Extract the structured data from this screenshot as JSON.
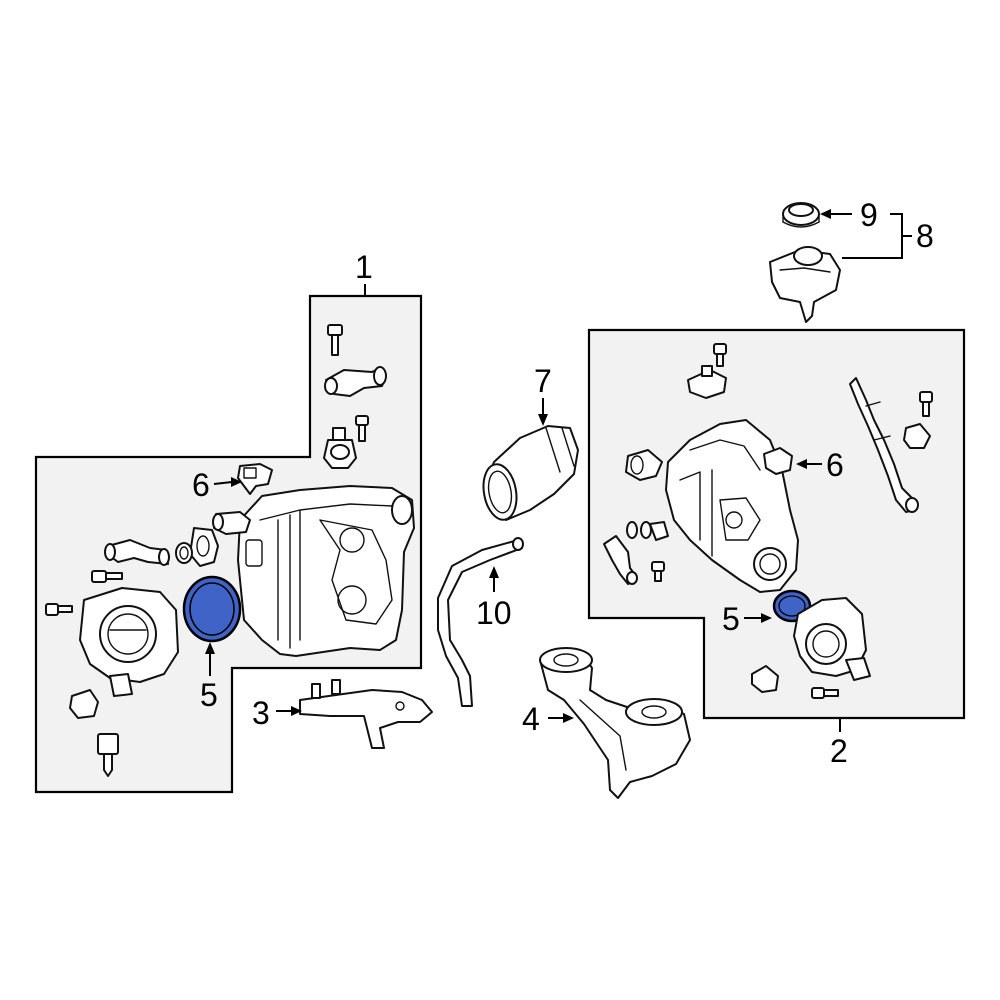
{
  "diagram": {
    "callouts": {
      "group1": "1",
      "group2": "2",
      "bracket3": "3",
      "mount4": "4",
      "gasket5_left": "5",
      "gasket5_right": "5",
      "sensor6_left": "6",
      "sensor6_right": "6",
      "hose7": "7",
      "reservoir8": "8",
      "cap9": "9",
      "hose10": "10"
    },
    "colors": {
      "highlight": "#3f63c7",
      "panel": "#f2f2f2",
      "line": "#000000"
    }
  }
}
